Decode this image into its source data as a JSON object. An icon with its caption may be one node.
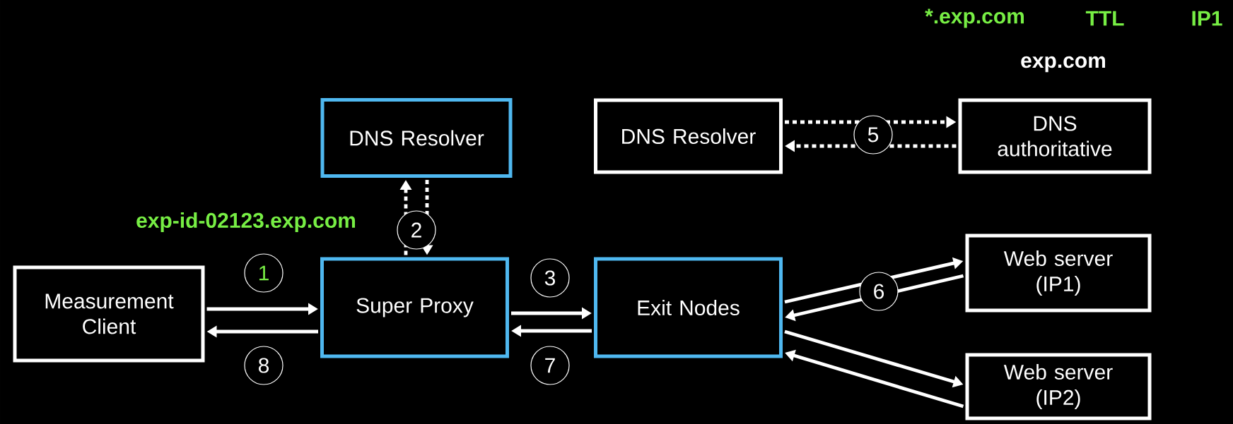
{
  "diagram": {
    "nodes": [
      {
        "text": [
          "Measurement Client"
        ]
      },
      {
        "text": [
          "Super Proxy"
        ]
      },
      {
        "text": [
          "DNS Resolver"
        ]
      },
      {
        "text": [
          "Exit Nodes"
        ]
      },
      {
        "text": [
          "DNS Resolver"
        ]
      },
      {
        "text": [
          "DNS authoritative"
        ]
      },
      {
        "text": [
          "Web server (IP1)"
        ]
      },
      {
        "text": [
          "Web server (IP2)"
        ]
      }
    ],
    "edges": [
      {
        "from": 0,
        "to": 1,
        "arrow": "to",
        "label": "1"
      },
      {
        "from": 1,
        "to": 0,
        "arrow": "to",
        "label": "8"
      },
      {
        "from": 1,
        "to": 2,
        "arrow": "to",
        "style": "dashed",
        "label": "2"
      },
      {
        "from": 2,
        "to": 1,
        "arrow": "to",
        "style": "dashed"
      },
      {
        "from": 1,
        "to": 3,
        "arrow": "to",
        "label": "3"
      },
      {
        "from": 3,
        "to": 1,
        "arrow": "to",
        "label": "7"
      },
      {
        "from": 4,
        "to": 5,
        "arrow": "to",
        "style": "dashed",
        "label": "5"
      },
      {
        "from": 5,
        "to": 4,
        "arrow": "to",
        "style": "dashed"
      },
      {
        "from": 3,
        "to": 6,
        "arrow": "to",
        "label": "6"
      },
      {
        "from": 6,
        "to": 3,
        "arrow": "to"
      },
      {
        "from": 3,
        "to": 7,
        "arrow": "to"
      },
      {
        "from": 7,
        "to": 3,
        "arrow": "to"
      }
    ],
    "labels": [
      "*.exp.com",
      "TTL",
      "IP1",
      "exp.com",
      "exp-id-02123.exp.com"
    ]
  }
}
